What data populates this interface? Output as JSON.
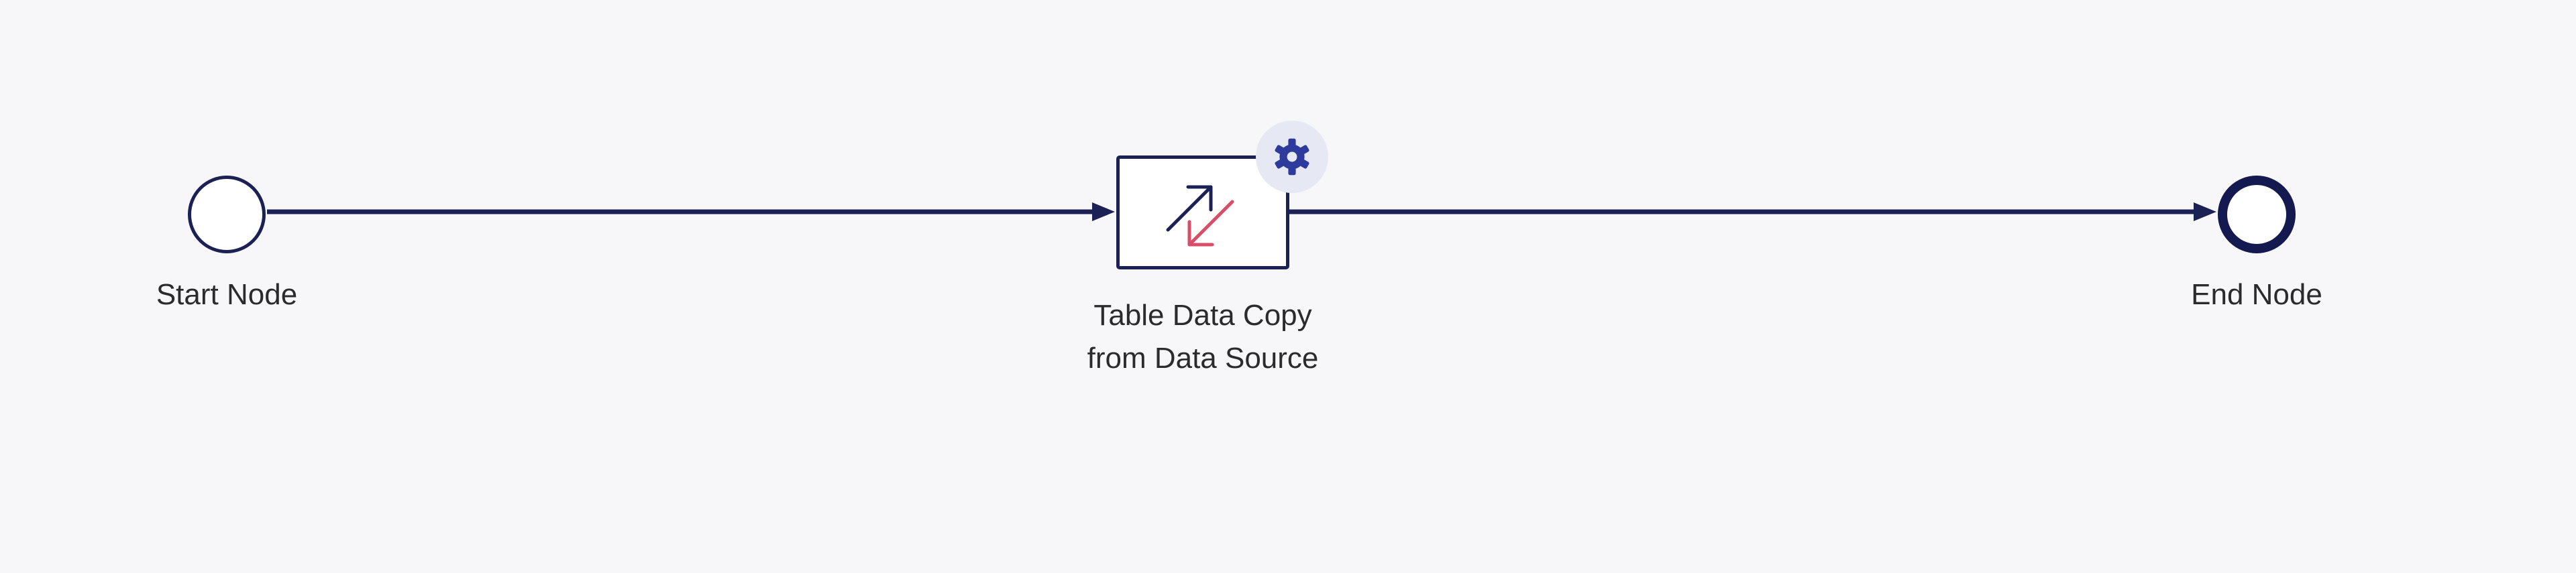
{
  "nodes": {
    "start": {
      "label": "Start Node"
    },
    "task": {
      "line1": "Table Data Copy",
      "line2": "from Data Source",
      "icon": "data-copy-icon",
      "settings_icon": "gear-icon"
    },
    "end": {
      "label": "End Node"
    }
  },
  "colors": {
    "background": "#f7f7fa",
    "edge": "#1c2155",
    "end_border": "#141a4f",
    "icon_primary": "#1c2155",
    "icon_accent": "#d84d67",
    "gear": "#2e3b9c",
    "gear_badge": "#e6e8f3"
  }
}
